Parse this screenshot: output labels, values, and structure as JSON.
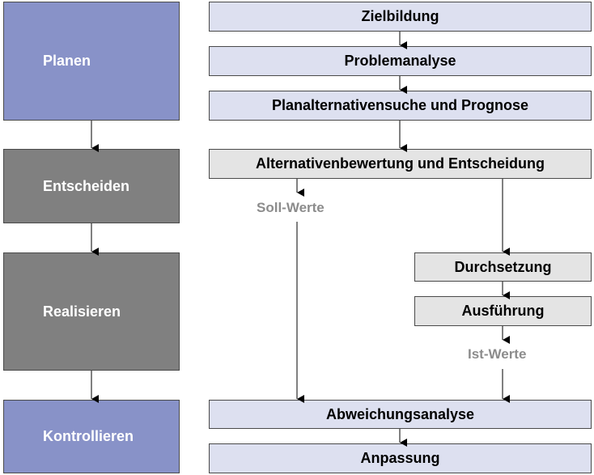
{
  "phases": {
    "planen": "Planen",
    "entscheiden": "Entscheiden",
    "realisieren": "Realisieren",
    "kontrollieren": "Kontrollieren"
  },
  "steps": {
    "zielbildung": "Zielbildung",
    "problemanalyse": "Problemanalyse",
    "planalternativen": "Planalternativensuche und Prognose",
    "alternativenbewertung": "Alternativenbewertung und Entscheidung",
    "durchsetzung": "Durchsetzung",
    "ausfuehrung": "Ausführung",
    "abweichungsanalyse": "Abweichungsanalyse",
    "anpassung": "Anpassung"
  },
  "labels": {
    "soll_werte": "Soll-Werte",
    "ist_werte": "Ist-Werte"
  },
  "colors": {
    "phase_blue": "#8892c8",
    "phase_gray": "#808080",
    "step_blue": "#dde0f0",
    "step_gray": "#e4e4e4",
    "value_label": "#8c8c8c"
  }
}
